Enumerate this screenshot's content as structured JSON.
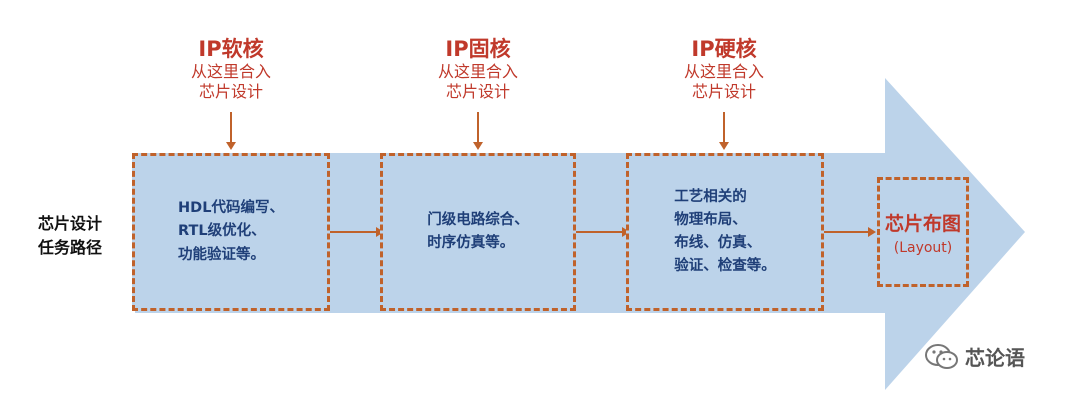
{
  "side_label": "芯片设计\n任务路径",
  "ip_labels": [
    {
      "title": "IP软核",
      "line1": "从这里合入",
      "line2": "芯片设计"
    },
    {
      "title": "IP固核",
      "line1": "从这里合入",
      "line2": "芯片设计"
    },
    {
      "title": "IP硬核",
      "line1": "从这里合入",
      "line2": "芯片设计"
    }
  ],
  "stages": [
    {
      "text": "HDL代码编写、\nRTL级优化、\n功能验证等。"
    },
    {
      "text": "门级电路综合、\n时序仿真等。"
    },
    {
      "text": "工艺相关的\n物理布局、\n布线、仿真、\n验证、检查等。"
    }
  ],
  "final": {
    "title": "芯片布图",
    "subtitle": "(Layout)"
  },
  "watermark": {
    "icon": "wechat-icon",
    "text": "芯论语"
  },
  "colors": {
    "arrow": "#bcd3ea",
    "dash": "#c0622b",
    "accent_red": "#c0392b",
    "stage_text": "#1f3f78"
  }
}
